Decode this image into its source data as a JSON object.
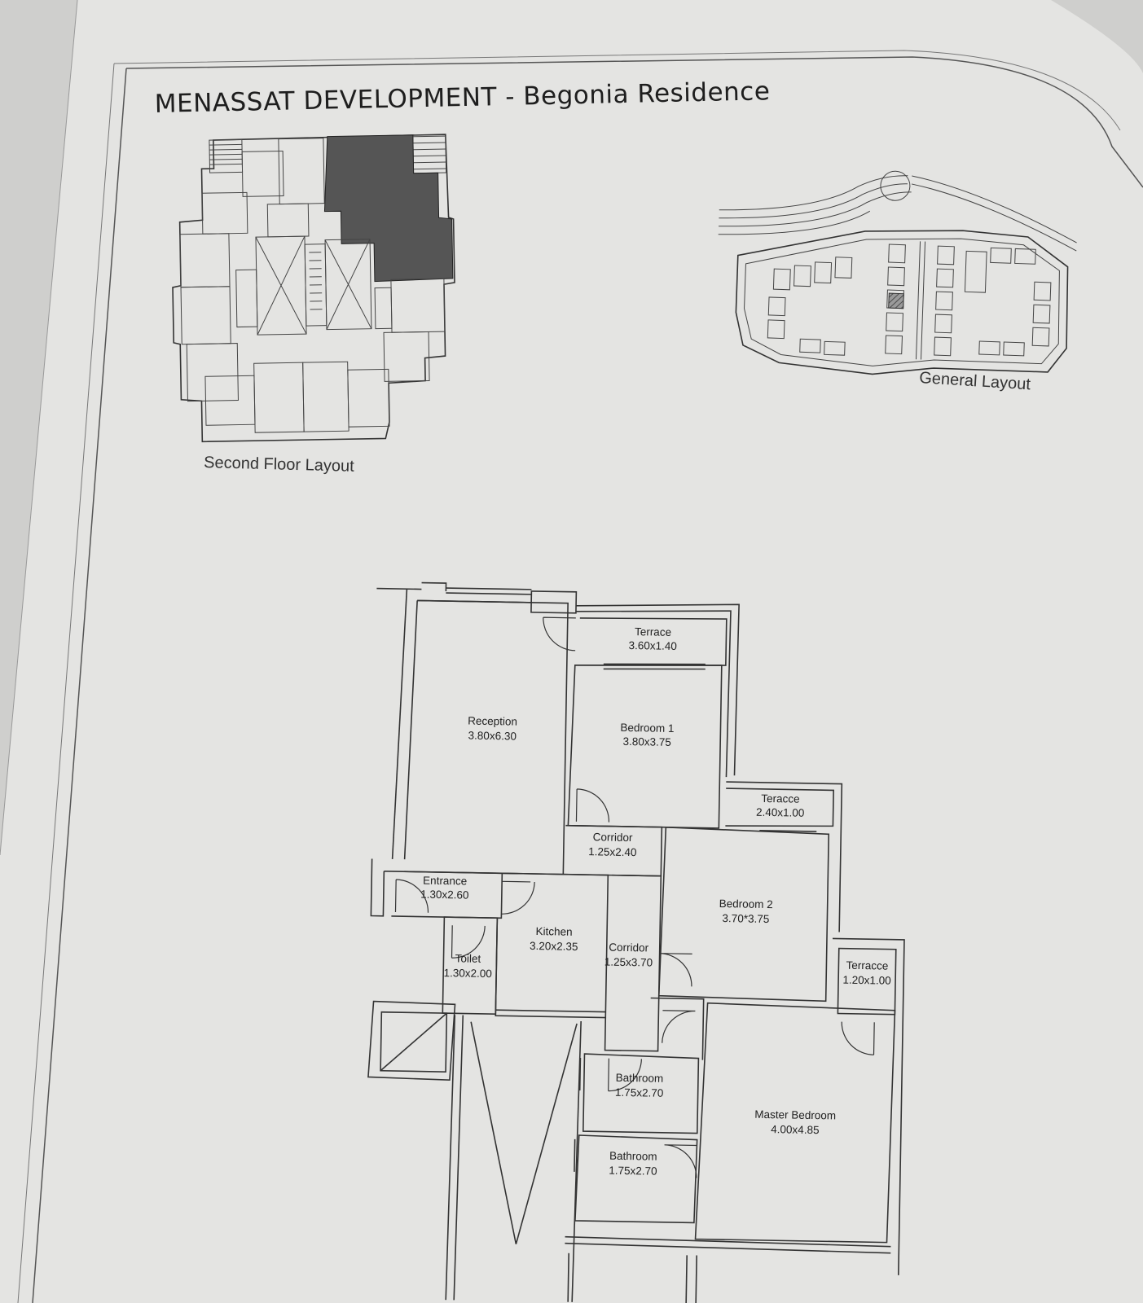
{
  "title": "MENASSAT DEVELOPMENT - Begonia Residence",
  "captions": {
    "second_floor": "Second Floor Layout",
    "general": "General Layout"
  },
  "rooms": {
    "terrace_top": {
      "name": "Terrace",
      "size": "3.60x1.40"
    },
    "reception": {
      "name": "Reception",
      "size": "3.80x6.30"
    },
    "bedroom1": {
      "name": "Bedroom 1",
      "size": "3.80x3.75"
    },
    "teracce": {
      "name": "Teracce",
      "size": "2.40x1.00"
    },
    "corridor1": {
      "name": "Corridor",
      "size": "1.25x2.40"
    },
    "entrance": {
      "name": "Entrance",
      "size": "1.30x2.60"
    },
    "bedroom2": {
      "name": "Bedroom 2",
      "size": "3.70*3.75"
    },
    "kitchen": {
      "name": "Kitchen",
      "size": "3.20x2.35"
    },
    "corridor2": {
      "name": "Corridor",
      "size": "1.25x3.70"
    },
    "toilet": {
      "name": "Toilet",
      "size": "1.30x2.00"
    },
    "terrace_right": {
      "name": "Terracce",
      "size": "1.20x1.00"
    },
    "bathroom1": {
      "name": "Bathroom",
      "size": "1.75x2.70"
    },
    "master": {
      "name": "Master Bedroom",
      "size": "4.00x4.85"
    },
    "bathroom2": {
      "name": "Bathroom",
      "size": "1.75x2.70"
    }
  }
}
